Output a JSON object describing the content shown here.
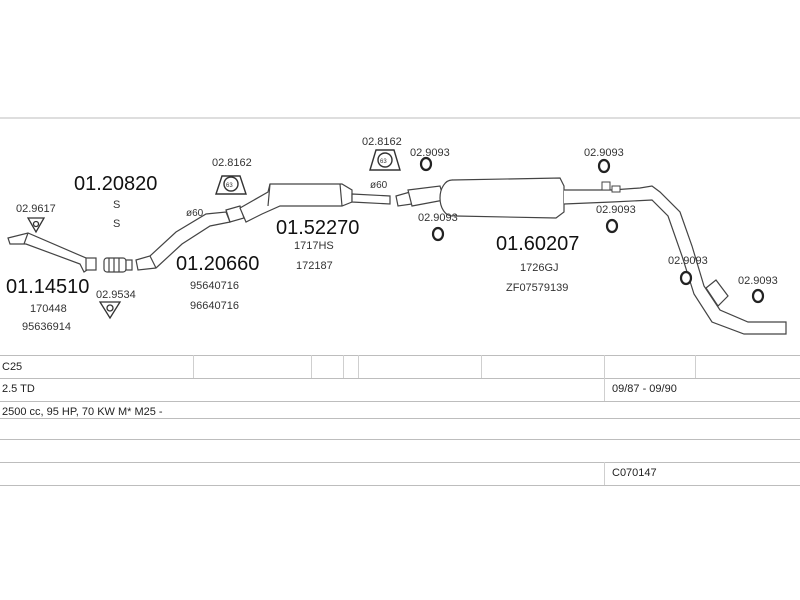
{
  "parts": {
    "front_pipe": {
      "number": "01.14510",
      "refs": [
        "170448",
        "95636914"
      ]
    },
    "front_gasket": {
      "number": "02.9617"
    },
    "flange_gasket": {
      "number": "02.9534"
    },
    "intermediate_pipe": {
      "number": "01.20820",
      "notes": [
        "S",
        "S"
      ]
    },
    "mid_pipe": {
      "number": "01.20660",
      "refs": [
        "95640716",
        "96640716"
      ]
    },
    "clamp_a": {
      "number": "02.8162",
      "size": "63"
    },
    "clamp_b": {
      "number": "02.8162",
      "size": "63"
    },
    "dia_a": "ø60",
    "dia_b": "ø60",
    "middle_silencer": {
      "number": "01.52270",
      "refs": [
        "1717HS",
        "172187"
      ]
    },
    "rear_silencer": {
      "number": "01.60207",
      "refs": [
        "1726GJ",
        "ZF07579139"
      ]
    },
    "rubber_1": {
      "number": "02.9093"
    },
    "rubber_2": {
      "number": "02.9093"
    },
    "rubber_3": {
      "number": "02.9093"
    },
    "rubber_4": {
      "number": "02.9093"
    },
    "rubber_5": {
      "number": "02.9093"
    },
    "rubber_6": {
      "number": "02.9093"
    }
  },
  "table": {
    "model": "C25",
    "engine": "2.5 TD",
    "years": "09/87 - 09/90",
    "specs": "2500 cc, 95 HP, 70 KW M* M25 -",
    "code": "C070147"
  },
  "colors": {
    "line": "#444444",
    "label": "#111111",
    "grid": "#bdbdbd"
  }
}
